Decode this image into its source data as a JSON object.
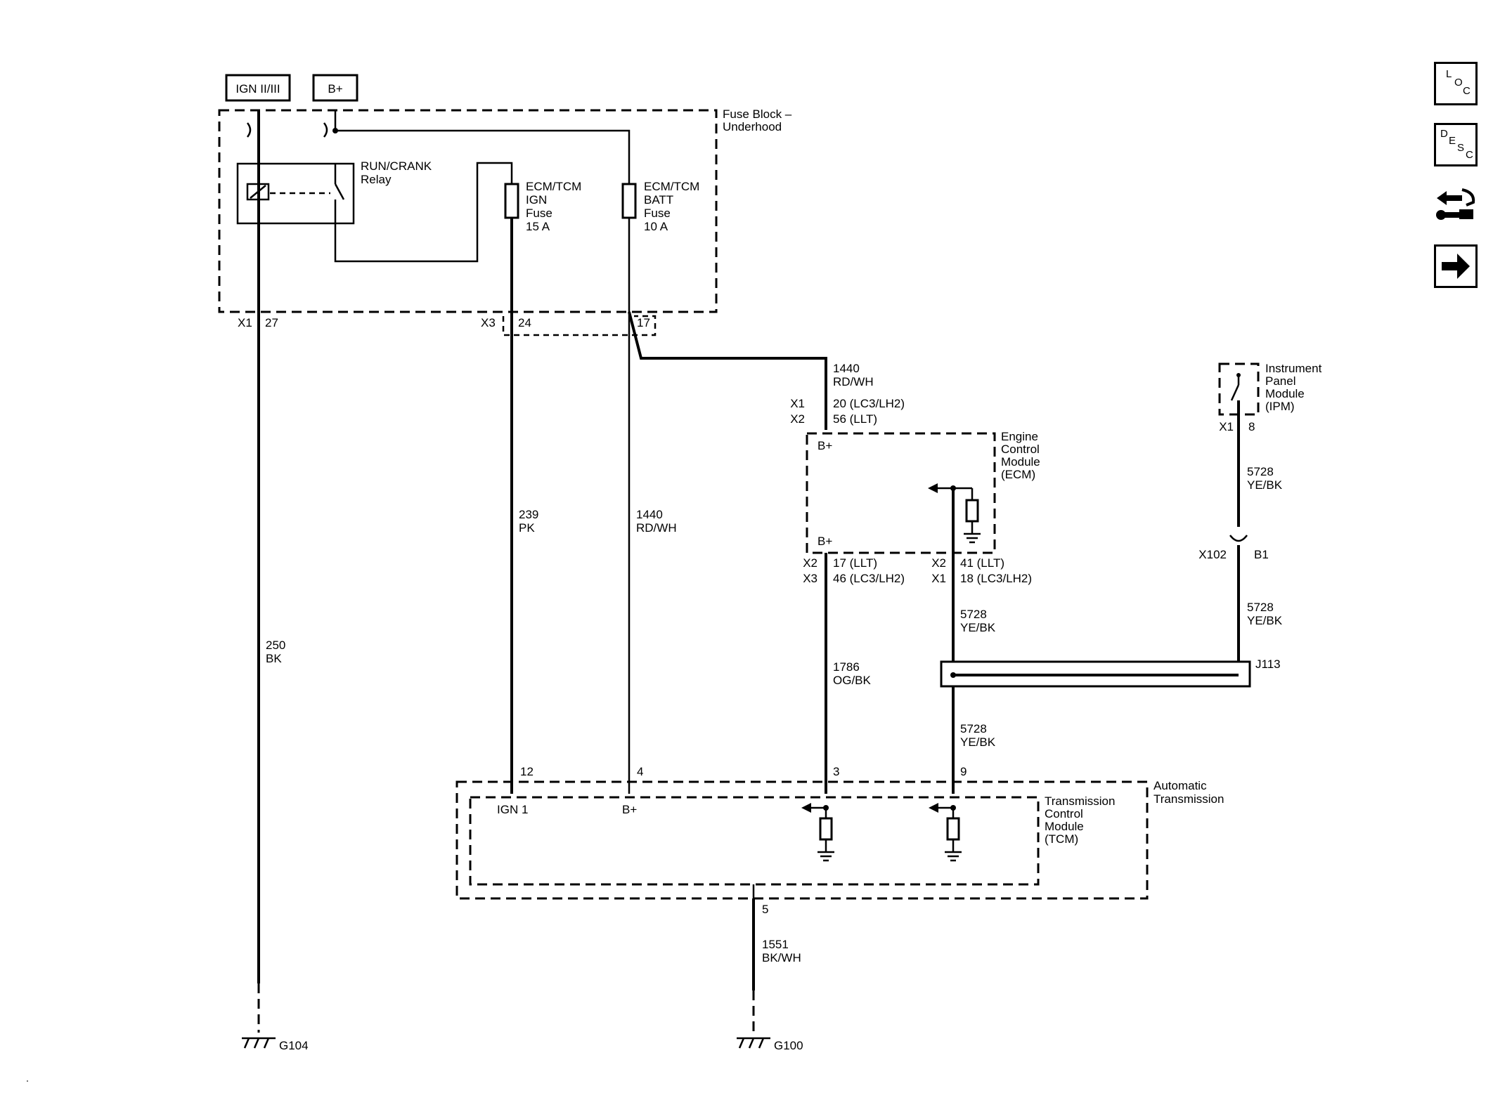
{
  "header_tags": {
    "ign": "IGN II/III",
    "bplus": "B+"
  },
  "fuse_block": {
    "title": [
      "Fuse Block –",
      "Underhood"
    ],
    "relay": [
      "RUN/CRANK",
      "Relay"
    ],
    "fuse_ign": [
      "ECM/TCM",
      "IGN",
      "Fuse",
      "15 A"
    ],
    "fuse_batt": [
      "ECM/TCM",
      "BATT",
      "Fuse",
      "10 A"
    ],
    "pins": {
      "x1": "X1",
      "p27": "27",
      "x3": "X3",
      "p24": "24",
      "p17": "17"
    }
  },
  "wires": {
    "w250": [
      "250",
      "BK"
    ],
    "w239": [
      "239",
      "PK"
    ],
    "w1440a": [
      "1440",
      "RD/WH"
    ],
    "w1440b": [
      "1440",
      "RD/WH"
    ],
    "w1786": [
      "1786",
      "OG/BK"
    ],
    "w5728a": [
      "5728",
      "YE/BK"
    ],
    "w5728b": [
      "5728",
      "YE/BK"
    ],
    "w5728c": [
      "5728",
      "YE/BK"
    ],
    "w5728d": [
      "5728",
      "YE/BK"
    ],
    "w1551": [
      "1551",
      "BK/WH"
    ]
  },
  "ecm": {
    "title": [
      "Engine",
      "Control",
      "Module",
      "(ECM)"
    ],
    "top_conn": {
      "c1": "X1",
      "p1": "20 (LC3/LH2)",
      "c2": "X2",
      "p2": "56 (LLT)"
    },
    "bplus_top": "B+",
    "bplus_bottom": "B+",
    "bot_left": {
      "c1": "X2",
      "p1": "17 (LLT)",
      "c2": "X3",
      "p2": "46 (LC3/LH2)"
    },
    "bot_right": {
      "c1": "X2",
      "p1": "41 (LLT)",
      "c2": "X1",
      "p2": "18 (LC3/LH2)"
    }
  },
  "ipm": {
    "title": [
      "Instrument",
      "Panel",
      "Module",
      "(IPM)"
    ],
    "conn": "X1",
    "pin": "8"
  },
  "connector_x102": {
    "name": "X102",
    "pin": "B1"
  },
  "splice_j113": "J113",
  "tcm": {
    "title": [
      "Transmission",
      "Control",
      "Module",
      "(TCM)"
    ],
    "auto_trans": [
      "Automatic",
      "Transmission"
    ],
    "pins": {
      "p12": "12",
      "p4": "4",
      "p3": "3",
      "p9": "9",
      "p5": "5"
    },
    "ign1": "IGN 1",
    "bplus": "B+"
  },
  "grounds": {
    "g104": "G104",
    "g100": "G100"
  },
  "nav": {
    "loc": [
      "L",
      "O",
      "C"
    ],
    "desc": [
      "D",
      "E",
      "S",
      "C"
    ],
    "icons": [
      "loc-icon",
      "desc-icon",
      "connector-wrench-icon",
      "arrow-right-icon"
    ]
  }
}
